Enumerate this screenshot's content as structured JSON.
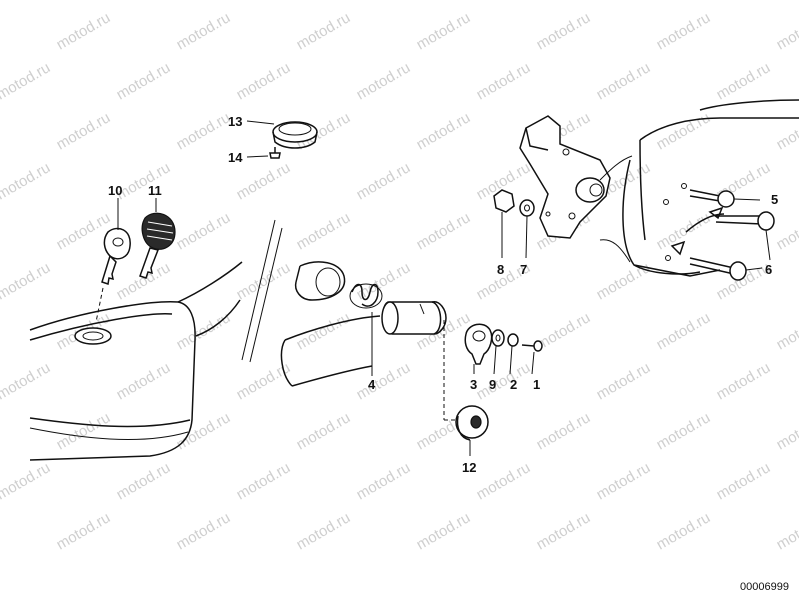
{
  "diagram": {
    "watermark": "motod.ru",
    "document_number": "00006999",
    "callouts": [
      "1",
      "2",
      "3",
      "4",
      "5",
      "6",
      "7",
      "8",
      "9",
      "10",
      "11",
      "12",
      "13",
      "14"
    ]
  }
}
